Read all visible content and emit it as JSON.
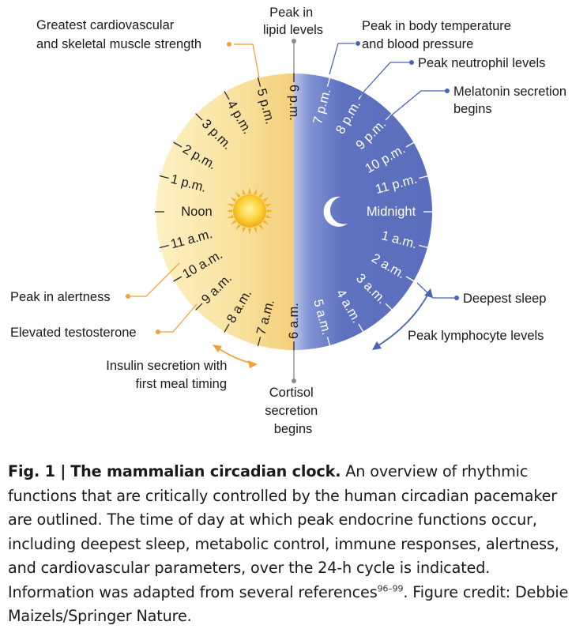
{
  "hours_day": [
    {
      "key": "noon",
      "label": "Noon"
    },
    {
      "key": "1pm",
      "label": "1 p.m."
    },
    {
      "key": "2pm",
      "label": "2 p.m."
    },
    {
      "key": "3pm",
      "label": "3 p.m."
    },
    {
      "key": "4pm",
      "label": "4 p.m."
    },
    {
      "key": "5pm",
      "label": "5 p.m."
    },
    {
      "key": "6pm",
      "label": "6 p.m."
    },
    {
      "key": "11am",
      "label": "11 a.m."
    },
    {
      "key": "10am",
      "label": "10 a.m."
    },
    {
      "key": "9am",
      "label": "9 a.m."
    },
    {
      "key": "8am",
      "label": "8 a.m."
    },
    {
      "key": "7am",
      "label": "7 a.m."
    },
    {
      "key": "6am",
      "label": "6 a.m."
    }
  ],
  "hours_night": [
    {
      "key": "7pm",
      "label": "7 p.m."
    },
    {
      "key": "8pm",
      "label": "8 p.m."
    },
    {
      "key": "9pm",
      "label": "9 p.m."
    },
    {
      "key": "10pm",
      "label": "10 p.m."
    },
    {
      "key": "11pm",
      "label": "11 p.m."
    },
    {
      "key": "midnight",
      "label": "Midnight"
    },
    {
      "key": "1am",
      "label": "1 a.m."
    },
    {
      "key": "2am",
      "label": "2 a.m."
    },
    {
      "key": "3am",
      "label": "3 a.m."
    },
    {
      "key": "4am",
      "label": "4 a.m."
    },
    {
      "key": "5am",
      "label": "5 a.m."
    }
  ],
  "annotations": {
    "muscle_strength": [
      "Greatest cardiovascular",
      "and skeletal muscle strength"
    ],
    "lipid_levels": [
      "Peak in",
      "lipid levels"
    ],
    "body_temperature": [
      "Peak in body temperature",
      "and blood pressure"
    ],
    "neutrophil": [
      "Peak neutrophil levels"
    ],
    "melatonin": [
      "Melatonin secretion",
      "begins"
    ],
    "alertness": [
      "Peak in alertness"
    ],
    "testosterone": [
      "Elevated testosterone"
    ],
    "insulin": [
      "Insulin secretion with",
      "first meal timing"
    ],
    "cortisol": [
      "Cortisol",
      "secretion",
      "begins"
    ],
    "deepest_sleep": [
      "Deepest sleep"
    ],
    "lymphocyte": [
      "Peak lymphocyte levels"
    ]
  },
  "caption": {
    "label": "Fig. 1 |",
    "title": "The mammalian circadian clock.",
    "body": "An overview of rhythmic functions that are critically controlled by the human circadian pacemaker are outlined. The time of day at which peak endocrine functions occur, including deepest sleep, metabolic control, immune responses, alertness, and cardiovascular parameters, over the 24-h cycle is indicated. Information was adapted from several references",
    "refs": "96–99",
    "credit": ". Figure credit: Debbie Maizels/Springer Nature."
  },
  "colors": {
    "day_light": "#fdf0c2",
    "day_dark": "#f6d98a",
    "night_light": "#aab6e2",
    "night_dark": "#5b6fbe",
    "accent_orange": "#f2a238",
    "pointer_blue": "#4a63b8",
    "pointer_grey": "#8a8a8a",
    "sun": "#f6b81c"
  },
  "icons": {
    "day": "sun-icon",
    "night": "crescent-moon-icon"
  }
}
